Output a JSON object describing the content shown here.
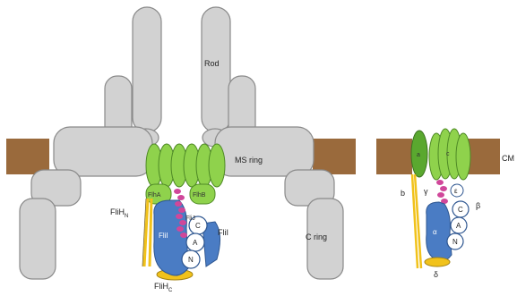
{
  "labels": {
    "rod": "Rod",
    "ms_ring": "MS ring",
    "c_ring": "C ring",
    "fliH_n": "FliH",
    "fliH_n_sub": "N",
    "fliH_c": "FliH",
    "fliH_c_sub": "C",
    "flhA": "FlhA",
    "flhB": "FlhB",
    "flij": "FliJ",
    "flii_left": "FliI",
    "flii_right": "FliI",
    "domain_c": "C",
    "domain_a": "A",
    "domain_n": "N",
    "cm": "CM",
    "atp_a": "a",
    "atp_c": "c",
    "atp_b": "b",
    "atp_gamma": "γ",
    "atp_epsilon": "ε",
    "atp_alpha": "α",
    "atp_beta": "β",
    "atp_c2": "C",
    "atp_a2": "A",
    "atp_n2": "N",
    "atp_delta": "δ"
  },
  "colors": {
    "gray_fill": "#d2d2d2",
    "gray_stroke": "#8a8a8a",
    "membrane": "#9a6a3c",
    "green": "#8fd24c",
    "green_stroke": "#4f8a26",
    "blue": "#4a7cc4",
    "blue_stroke": "#2e5690",
    "pink": "#d0479a",
    "yellow": "#f1c21b",
    "white": "#ffffff"
  }
}
